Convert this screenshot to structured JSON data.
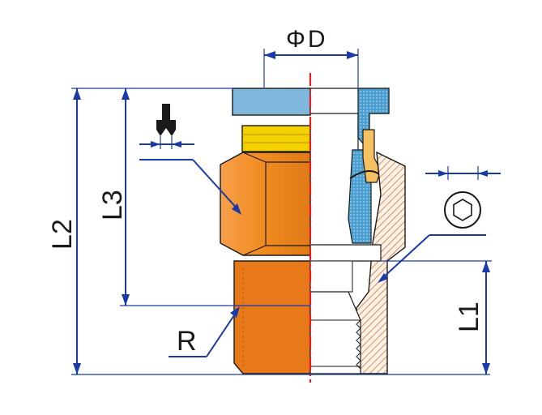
{
  "labels": {
    "diameter": "ΦD",
    "overall_length": "L2",
    "body_length": "L3",
    "thread_length": "L1",
    "thread": "R"
  },
  "icons": {
    "tool_symbol": "wrench-fork-icon",
    "hex_symbol": "hex-socket-icon"
  },
  "colors": {
    "release_ring": "#7fb8dc",
    "collet": "#f5d000",
    "body": "#f0891e",
    "thread": "#e8791a",
    "section_hatch": "#c87a40",
    "dimension_lines": "#1a3aa8",
    "center_line": "#e02020"
  }
}
